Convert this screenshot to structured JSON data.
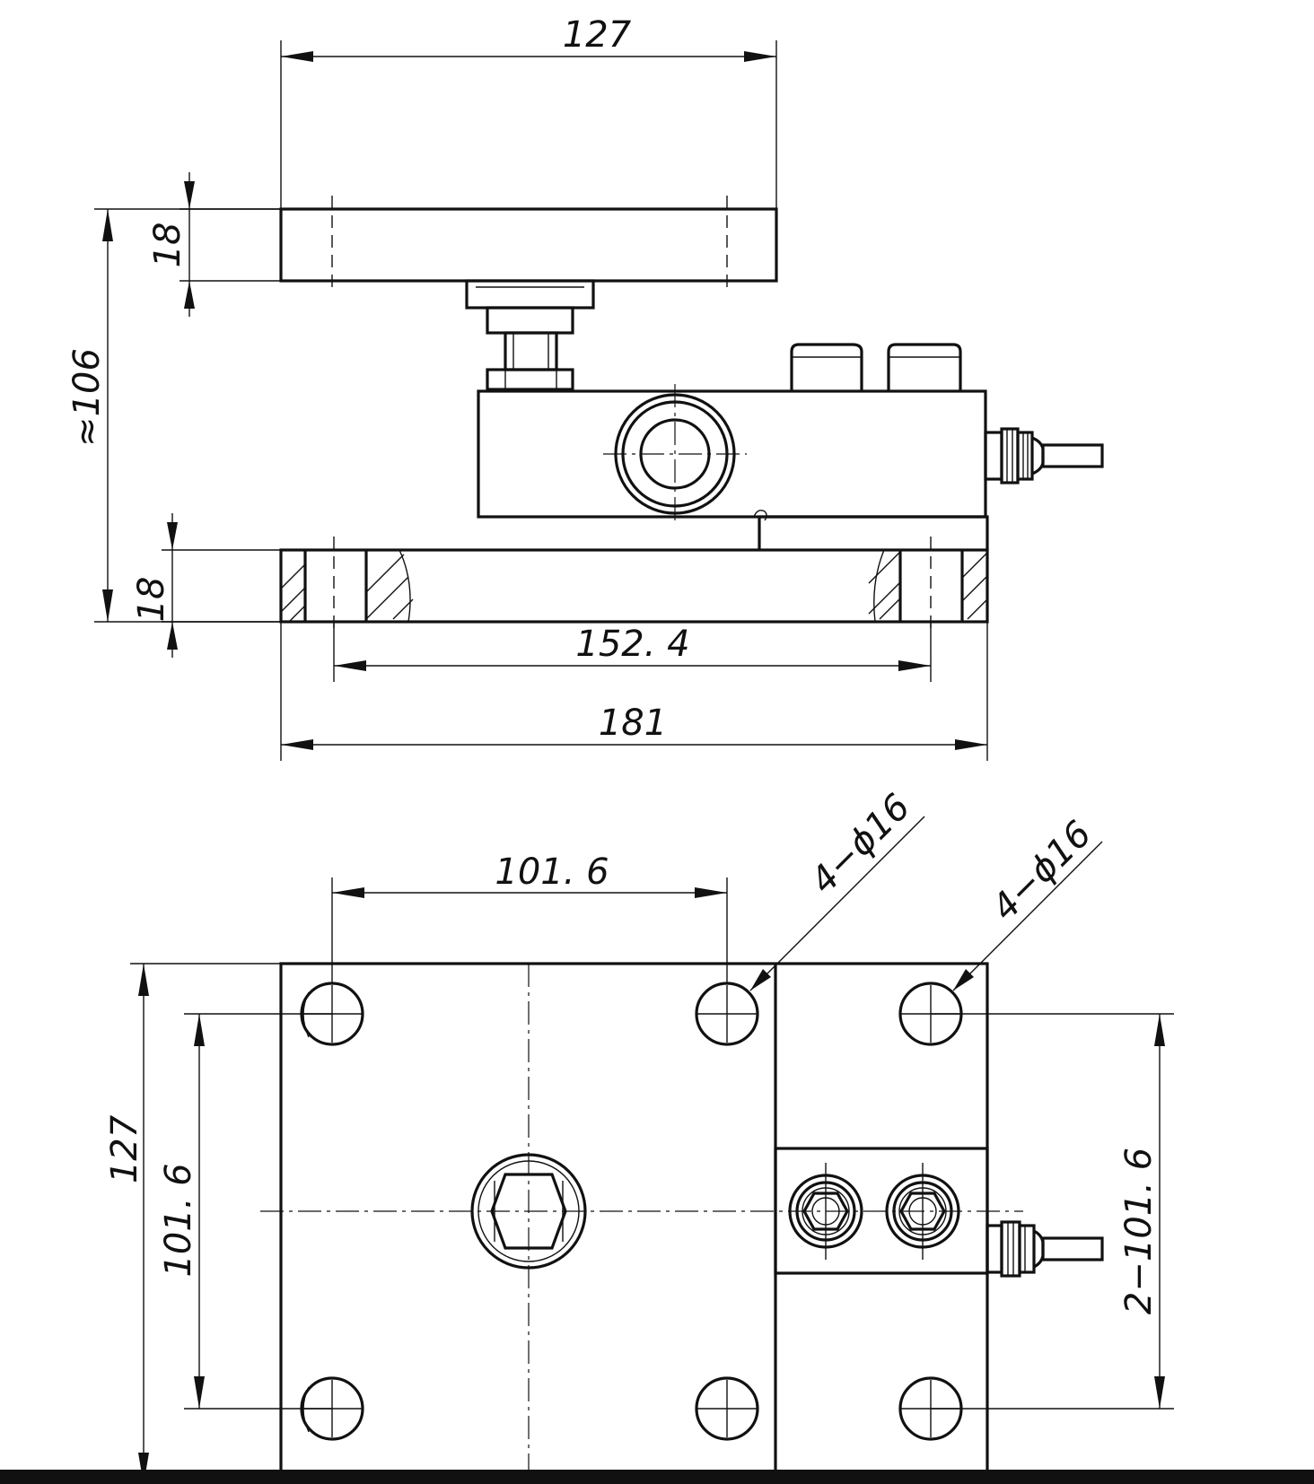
{
  "drawing": {
    "colors": {
      "line": "#111111",
      "background": "#ffffff"
    },
    "dimensions": {
      "side_top_plate_length": "127",
      "side_top_plate_thickness": "18",
      "side_overall_height": "≈106",
      "side_base_plate_thickness": "18",
      "side_hole_spacing": "152. 4",
      "side_overall_length": "181",
      "plan_hole_spacing_x": "101. 6",
      "plan_hole_callout_1": "4−ϕ16",
      "plan_hole_callout_2": "4−ϕ16",
      "plan_overall_width": "127",
      "plan_hole_spacing_y": "101. 6",
      "plan_hole_spacing_y_right": "2−101. 6"
    }
  }
}
